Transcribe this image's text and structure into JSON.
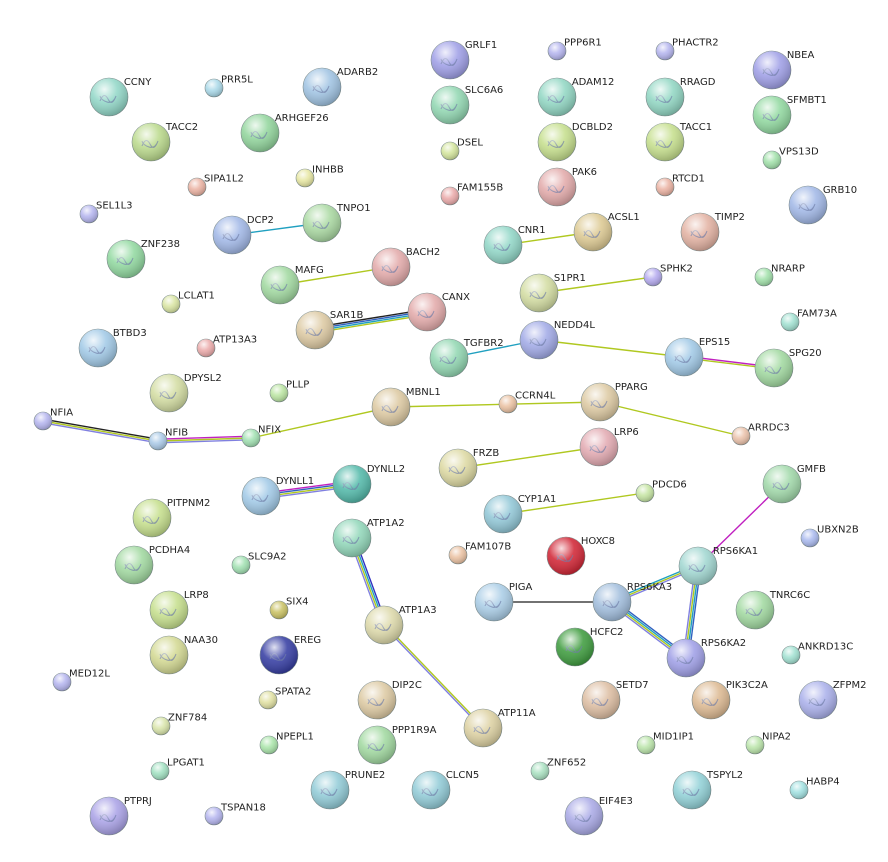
{
  "nodes": [
    {
      "id": "CCNY",
      "label": "CCNY",
      "color": "#8fd6c6",
      "big": true
    },
    {
      "id": "PRR5L",
      "label": "PRR5L",
      "color": "#a8d8e8",
      "big": false
    },
    {
      "id": "ADARB2",
      "label": "ADARB2",
      "color": "#9ec2e2",
      "big": true
    },
    {
      "id": "ARHGEF26",
      "label": "ARHGEF26",
      "color": "#8fd49a",
      "big": true
    },
    {
      "id": "TACC2",
      "label": "TACC2",
      "color": "#b9d98a",
      "big": true
    },
    {
      "id": "GRLF1",
      "label": "GRLF1",
      "color": "#9d9de6",
      "big": true
    },
    {
      "id": "SLC6A6",
      "label": "SLC6A6",
      "color": "#8fd6b0",
      "big": true
    },
    {
      "id": "PPP6R1",
      "label": "PPP6R1",
      "color": "#b3b3ee",
      "big": false
    },
    {
      "id": "ADAM12",
      "label": "ADAM12",
      "color": "#8fd6c2",
      "big": true
    },
    {
      "id": "PHACTR2",
      "label": "PHACTR2",
      "color": "#b3b3ee",
      "big": false
    },
    {
      "id": "RRAGD",
      "label": "RRAGD",
      "color": "#8fd6c2",
      "big": true
    },
    {
      "id": "NBEA",
      "label": "NBEA",
      "color": "#9d9de6",
      "big": true
    },
    {
      "id": "SFMBT1",
      "label": "SFMBT1",
      "color": "#8fd89e",
      "big": true
    },
    {
      "id": "DSEL",
      "label": "DSEL",
      "color": "#d2e49a",
      "big": false
    },
    {
      "id": "DCBLD2",
      "label": "DCBLD2",
      "color": "#c4de8a",
      "big": true
    },
    {
      "id": "TACC1",
      "label": "TACC1",
      "color": "#c4de8a",
      "big": true
    },
    {
      "id": "PAK6",
      "label": "PAK6",
      "color": "#e2a8a8",
      "big": true
    },
    {
      "id": "VPS13D",
      "label": "VPS13D",
      "color": "#9fe0a8",
      "big": false
    },
    {
      "id": "SIPA1L2",
      "label": "SIPA1L2",
      "color": "#eab0a0",
      "big": false
    },
    {
      "id": "INHBB",
      "label": "INHBB",
      "color": "#e6e6a0",
      "big": false
    },
    {
      "id": "FAM155B",
      "label": "FAM155B",
      "color": "#eaa8a8",
      "big": false
    },
    {
      "id": "RTCD1",
      "label": "RTCD1",
      "color": "#eab0a0",
      "big": false
    },
    {
      "id": "GRB10",
      "label": "GRB10",
      "color": "#9fb6e6",
      "big": true
    },
    {
      "id": "SEL1L3",
      "label": "SEL1L3",
      "color": "#b3b3ee",
      "big": false
    },
    {
      "id": "DCP2",
      "label": "DCP2",
      "color": "#9fb6e6",
      "big": true
    },
    {
      "id": "TNPO1",
      "label": "TNPO1",
      "color": "#a8d8a0",
      "big": true
    },
    {
      "id": "ZNF238",
      "label": "ZNF238",
      "color": "#8fd89e",
      "big": true
    },
    {
      "id": "CNR1",
      "label": "CNR1",
      "color": "#8fd6c6",
      "big": true
    },
    {
      "id": "ACSL1",
      "label": "ACSL1",
      "color": "#dcc890",
      "big": true
    },
    {
      "id": "TIMP2",
      "label": "TIMP2",
      "color": "#e2b0a0",
      "big": true
    },
    {
      "id": "MAFG",
      "label": "MAFG",
      "color": "#9fd89e",
      "big": true
    },
    {
      "id": "BACH2",
      "label": "BACH2",
      "color": "#e2a8a8",
      "big": true
    },
    {
      "id": "SPHK2",
      "label": "SPHK2",
      "color": "#b3a8ee",
      "big": false
    },
    {
      "id": "NRARP",
      "label": "NRARP",
      "color": "#9fe0a8",
      "big": false
    },
    {
      "id": "S1PR1",
      "label": "S1PR1",
      "color": "#d2dca0",
      "big": true
    },
    {
      "id": "LCLAT1",
      "label": "LCLAT1",
      "color": "#d8e4a0",
      "big": false
    },
    {
      "id": "CANX",
      "label": "CANX",
      "color": "#e2a8a8",
      "big": true
    },
    {
      "id": "SAR1B",
      "label": "SAR1B",
      "color": "#dcc8a0",
      "big": true
    },
    {
      "id": "FAM73A",
      "label": "FAM73A",
      "color": "#9fe0d0",
      "big": false
    },
    {
      "id": "BTBD3",
      "label": "BTBD3",
      "color": "#9fc8e6",
      "big": true
    },
    {
      "id": "ATP13A3",
      "label": "ATP13A3",
      "color": "#eaa8a8",
      "big": false
    },
    {
      "id": "NEDD4L",
      "label": "NEDD4L",
      "color": "#9fa8e6",
      "big": true
    },
    {
      "id": "TGFBR2",
      "label": "TGFBR2",
      "color": "#8fd6b0",
      "big": true
    },
    {
      "id": "EPS15",
      "label": "EPS15",
      "color": "#9fc8e6",
      "big": true
    },
    {
      "id": "SPG20",
      "label": "SPG20",
      "color": "#9fd89e",
      "big": true
    },
    {
      "id": "DPYSL2",
      "label": "DPYSL2",
      "color": "#d2dca0",
      "big": true
    },
    {
      "id": "PLLP",
      "label": "PLLP",
      "color": "#b9e4a0",
      "big": false
    },
    {
      "id": "MBNL1",
      "label": "MBNL1",
      "color": "#dcc8a0",
      "big": true
    },
    {
      "id": "CCRN4L",
      "label": "CCRN4L",
      "color": "#eac0a0",
      "big": false
    },
    {
      "id": "PPARG",
      "label": "PPARG",
      "color": "#dcc8a0",
      "big": true
    },
    {
      "id": "ARRDC3",
      "label": "ARRDC3",
      "color": "#eac0a8",
      "big": false
    },
    {
      "id": "NFIA",
      "label": "NFIA",
      "color": "#b3b3ee",
      "big": false
    },
    {
      "id": "NFIB",
      "label": "NFIB",
      "color": "#a8c8e6",
      "big": false
    },
    {
      "id": "NFIX",
      "label": "NFIX",
      "color": "#9fe0b0",
      "big": false
    },
    {
      "id": "LRP6",
      "label": "LRP6",
      "color": "#e2a8b0",
      "big": true
    },
    {
      "id": "FRZB",
      "label": "FRZB",
      "color": "#dcd8a0",
      "big": true
    },
    {
      "id": "DYNLL1",
      "label": "DYNLL1",
      "color": "#9fc8e6",
      "big": true
    },
    {
      "id": "DYNLL2",
      "label": "DYNLL2",
      "color": "#4fb8a8",
      "big": true
    },
    {
      "id": "GMFB",
      "label": "GMFB",
      "color": "#9fd8a8",
      "big": true
    },
    {
      "id": "PITPNM2",
      "label": "PITPNM2",
      "color": "#c4de8a",
      "big": true
    },
    {
      "id": "CYP1A1",
      "label": "CYP1A1",
      "color": "#8fc6d6",
      "big": true
    },
    {
      "id": "PDCD6",
      "label": "PDCD6",
      "color": "#c4e4a0",
      "big": false
    },
    {
      "id": "ATP1A2",
      "label": "ATP1A2",
      "color": "#8fd6b8",
      "big": true
    },
    {
      "id": "UBXN2B",
      "label": "UBXN2B",
      "color": "#a8b8ee",
      "big": false
    },
    {
      "id": "PCDHA4",
      "label": "PCDHA4",
      "color": "#9fd89e",
      "big": true
    },
    {
      "id": "SLC9A2",
      "label": "SLC9A2",
      "color": "#9fe0b0",
      "big": false
    },
    {
      "id": "FAM107B",
      "label": "FAM107B",
      "color": "#eac0a0",
      "big": false
    },
    {
      "id": "HOXC8",
      "label": "HOXC8",
      "color": "#d02030",
      "big": true
    },
    {
      "id": "RPS6KA1",
      "label": "RPS6KA1",
      "color": "#9fd6d0",
      "big": true
    },
    {
      "id": "LRP8",
      "label": "LRP8",
      "color": "#c4de8a",
      "big": true
    },
    {
      "id": "SIX4",
      "label": "SIX4",
      "color": "#c8c060",
      "big": false
    },
    {
      "id": "ATP1A3",
      "label": "ATP1A3",
      "color": "#dcd8a8",
      "big": true
    },
    {
      "id": "PIGA",
      "label": "PIGA",
      "color": "#a8cce6",
      "big": true
    },
    {
      "id": "RPS6KA3",
      "label": "RPS6KA3",
      "color": "#9fbcdc",
      "big": true
    },
    {
      "id": "TNRC6C",
      "label": "TNRC6C",
      "color": "#9fd89e",
      "big": true
    },
    {
      "id": "EREG",
      "label": "EREG",
      "color": "#3038a0",
      "big": true
    },
    {
      "id": "NAA30",
      "label": "NAA30",
      "color": "#d2d890",
      "big": true
    },
    {
      "id": "HCFC2",
      "label": "HCFC2",
      "color": "#3a9a3a",
      "big": true
    },
    {
      "id": "RPS6KA2",
      "label": "RPS6KA2",
      "color": "#9d9de6",
      "big": true
    },
    {
      "id": "ANKRD13C",
      "label": "ANKRD13C",
      "color": "#9fe0d0",
      "big": false
    },
    {
      "id": "MED12L",
      "label": "MED12L",
      "color": "#b3b3ee",
      "big": false
    },
    {
      "id": "SPATA2",
      "label": "SPATA2",
      "color": "#e0e0a0",
      "big": false
    },
    {
      "id": "DIP2C",
      "label": "DIP2C",
      "color": "#dcc8a0",
      "big": true
    },
    {
      "id": "SETD7",
      "label": "SETD7",
      "color": "#dcbca0",
      "big": true
    },
    {
      "id": "PIK3C2A",
      "label": "PIK3C2A",
      "color": "#dcb890",
      "big": true
    },
    {
      "id": "ZFPM2",
      "label": "ZFPM2",
      "color": "#a8aeea",
      "big": true
    },
    {
      "id": "ZNF784",
      "label": "ZNF784",
      "color": "#d8e4a8",
      "big": false
    },
    {
      "id": "ATP11A",
      "label": "ATP11A",
      "color": "#dcd0a0",
      "big": true
    },
    {
      "id": "NPEPL1",
      "label": "NPEPL1",
      "color": "#a8e4a8",
      "big": false
    },
    {
      "id": "PPP1R9A",
      "label": "PPP1R9A",
      "color": "#9fd89e",
      "big": true
    },
    {
      "id": "MID1IP1",
      "label": "MID1IP1",
      "color": "#b9e4a8",
      "big": false
    },
    {
      "id": "NIPA2",
      "label": "NIPA2",
      "color": "#b9e4a8",
      "big": false
    },
    {
      "id": "LPGAT1",
      "label": "LPGAT1",
      "color": "#9fe0c0",
      "big": false
    },
    {
      "id": "ZNF652",
      "label": "ZNF652",
      "color": "#a8e0c0",
      "big": false
    },
    {
      "id": "PRUNE2",
      "label": "PRUNE2",
      "color": "#8fcad6",
      "big": true
    },
    {
      "id": "CLCN5",
      "label": "CLCN5",
      "color": "#8fcad6",
      "big": true
    },
    {
      "id": "TSPYL2",
      "label": "TSPYL2",
      "color": "#8fd0d6",
      "big": true
    },
    {
      "id": "HABP4",
      "label": "HABP4",
      "color": "#9fe0e0",
      "big": false
    },
    {
      "id": "PTPRJ",
      "label": "PTPRJ",
      "color": "#a8a0e6",
      "big": true
    },
    {
      "id": "TSPAN18",
      "label": "TSPAN18",
      "color": "#b3b3ee",
      "big": false
    },
    {
      "id": "EIF4E3",
      "label": "EIF4E3",
      "color": "#a8a8e6",
      "big": true
    }
  ],
  "edges": [
    {
      "a": "DCP2",
      "b": "TNPO1",
      "colors": [
        "#20a0c0"
      ]
    },
    {
      "a": "CNR1",
      "b": "ACSL1",
      "colors": [
        "#b0c820"
      ]
    },
    {
      "a": "MAFG",
      "b": "BACH2",
      "colors": [
        "#b0c820"
      ]
    },
    {
      "a": "S1PR1",
      "b": "SPHK2",
      "colors": [
        "#b0c820"
      ]
    },
    {
      "a": "SAR1B",
      "b": "CANX",
      "colors": [
        "#222222",
        "#3060c0",
        "#20a0c0",
        "#b0c820"
      ]
    },
    {
      "a": "TGFBR2",
      "b": "NEDD4L",
      "colors": [
        "#20a0c0"
      ]
    },
    {
      "a": "NEDD4L",
      "b": "EPS15",
      "colors": [
        "#b0c820"
      ]
    },
    {
      "a": "EPS15",
      "b": "SPG20",
      "colors": [
        "#c020c0",
        "#b0c820"
      ]
    },
    {
      "a": "NFIA",
      "b": "NFIB",
      "colors": [
        "#222222",
        "#b0c820",
        "#8080e0"
      ]
    },
    {
      "a": "NFIB",
      "b": "NFIX",
      "colors": [
        "#c020c0",
        "#b0c820",
        "#8080e0"
      ]
    },
    {
      "a": "NFIX",
      "b": "MBNL1",
      "colors": [
        "#b0c820"
      ]
    },
    {
      "a": "MBNL1",
      "b": "PPARG",
      "colors": [
        "#b0c820"
      ]
    },
    {
      "a": "PPARG",
      "b": "ARRDC3",
      "colors": [
        "#b0c820"
      ]
    },
    {
      "a": "FRZB",
      "b": "LRP6",
      "colors": [
        "#b0c820"
      ]
    },
    {
      "a": "DYNLL1",
      "b": "DYNLL2",
      "colors": [
        "#c020c0",
        "#3060c0",
        "#b0c820",
        "#8080e0"
      ]
    },
    {
      "a": "CYP1A1",
      "b": "PDCD6",
      "colors": [
        "#b0c820"
      ]
    },
    {
      "a": "ATP1A2",
      "b": "ATP1A3",
      "colors": [
        "#3030c0",
        "#20a0c0",
        "#b0c820",
        "#8080e0"
      ]
    },
    {
      "a": "ATP1A3",
      "b": "ATP11A",
      "colors": [
        "#b0c820",
        "#8080e0"
      ]
    },
    {
      "a": "GMFB",
      "b": "RPS6KA1",
      "colors": [
        "#c020c0"
      ]
    },
    {
      "a": "PIGA",
      "b": "RPS6KA3",
      "colors": [
        "#444444"
      ]
    },
    {
      "a": "RPS6KA3",
      "b": "RPS6KA1",
      "colors": [
        "#20a0c0",
        "#b0c820",
        "#8080e0"
      ]
    },
    {
      "a": "RPS6KA3",
      "b": "RPS6KA2",
      "colors": [
        "#3060c0",
        "#20a0c0",
        "#b0c820",
        "#8080e0"
      ]
    },
    {
      "a": "RPS6KA1",
      "b": "RPS6KA2",
      "colors": [
        "#3060c0",
        "#20a0c0",
        "#b0c820",
        "#8080e0"
      ]
    }
  ]
}
